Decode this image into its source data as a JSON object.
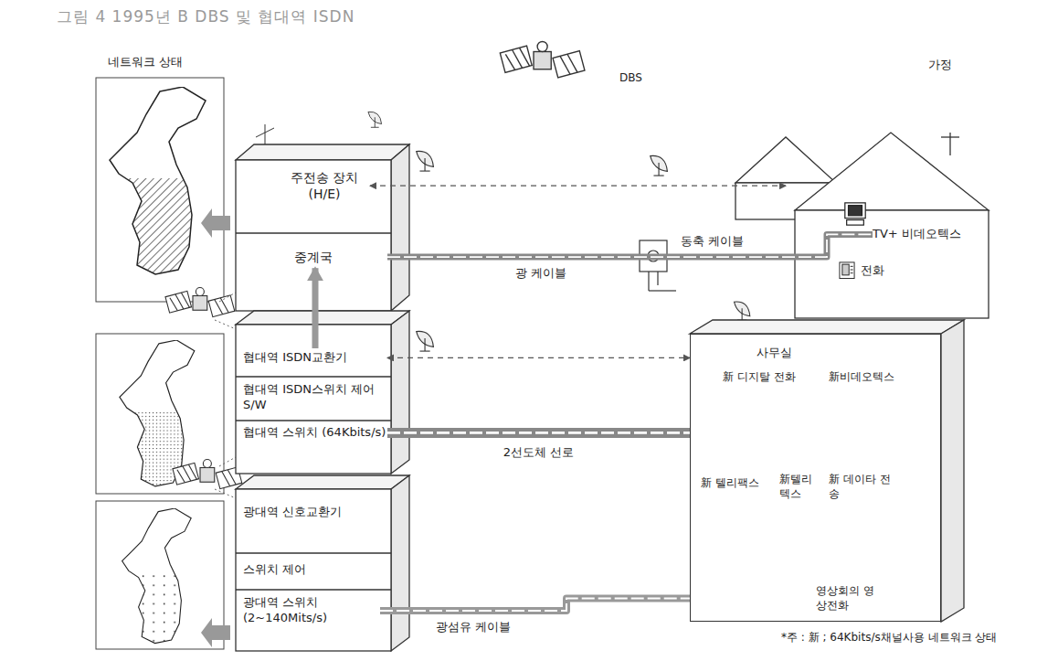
{
  "diagram": {
    "title": "그림 4 1995년 B DBS 및 협대역 ISDN",
    "nodes": [
      {
        "text": [
          "주전송 장치 (H/E)"
        ]
      },
      {
        "text": [
          "중계국"
        ]
      },
      {
        "text": [
          "협대역 ISDN교환기"
        ]
      },
      {
        "text": [
          "협대역 ISDN스위치 제어 S/W"
        ]
      },
      {
        "text": [
          "협대역 스위치 (64Kbits/s)"
        ]
      },
      {
        "text": [
          "광대역 신호교환기"
        ]
      },
      {
        "text": [
          "스위치 제어"
        ]
      },
      {
        "text": [
          "광대역 스위치 (2~140Mits/s)"
        ]
      },
      {
        "text": [
          "가정"
        ]
      },
      {
        "text": [
          "TV+ 비데오텍스"
        ],
        "in": 8
      },
      {
        "text": [
          "전화"
        ],
        "in": 8
      },
      {
        "text": [
          "사무실"
        ]
      },
      {
        "text": [
          "新 디지탈 전화"
        ],
        "in": 11
      },
      {
        "text": [
          "新비데오텍스"
        ],
        "in": 11
      },
      {
        "text": [
          "新 텔리팩스"
        ],
        "in": 11
      },
      {
        "text": [
          "新텔리 텍스"
        ],
        "in": 11
      },
      {
        "text": [
          "新 데이타 전송"
        ],
        "in": 11
      },
      {
        "text": [
          "영상회의 영상전화"
        ],
        "in": 11
      }
    ],
    "edges": [
      {
        "from": 1,
        "to": 9,
        "arrow": "none",
        "label": "광 케이블"
      },
      {
        "from": 4,
        "to": 11,
        "arrow": "none",
        "label": "2선도체 선로"
      },
      {
        "from": 7,
        "to": 17,
        "arrow": "none",
        "label": "광섬유 케이블"
      },
      {
        "from": 0,
        "to": 8,
        "arrow": "both"
      },
      {
        "from": 2,
        "to": 11,
        "arrow": "both"
      },
      {
        "from": 2,
        "to": 1,
        "arrow": "to"
      }
    ],
    "labels": [
      "DBS",
      "네트워크 상태",
      "동축 케이블",
      "*주 : 新 ; 64Kbits/s채널사용 네트워크 상태"
    ]
  }
}
